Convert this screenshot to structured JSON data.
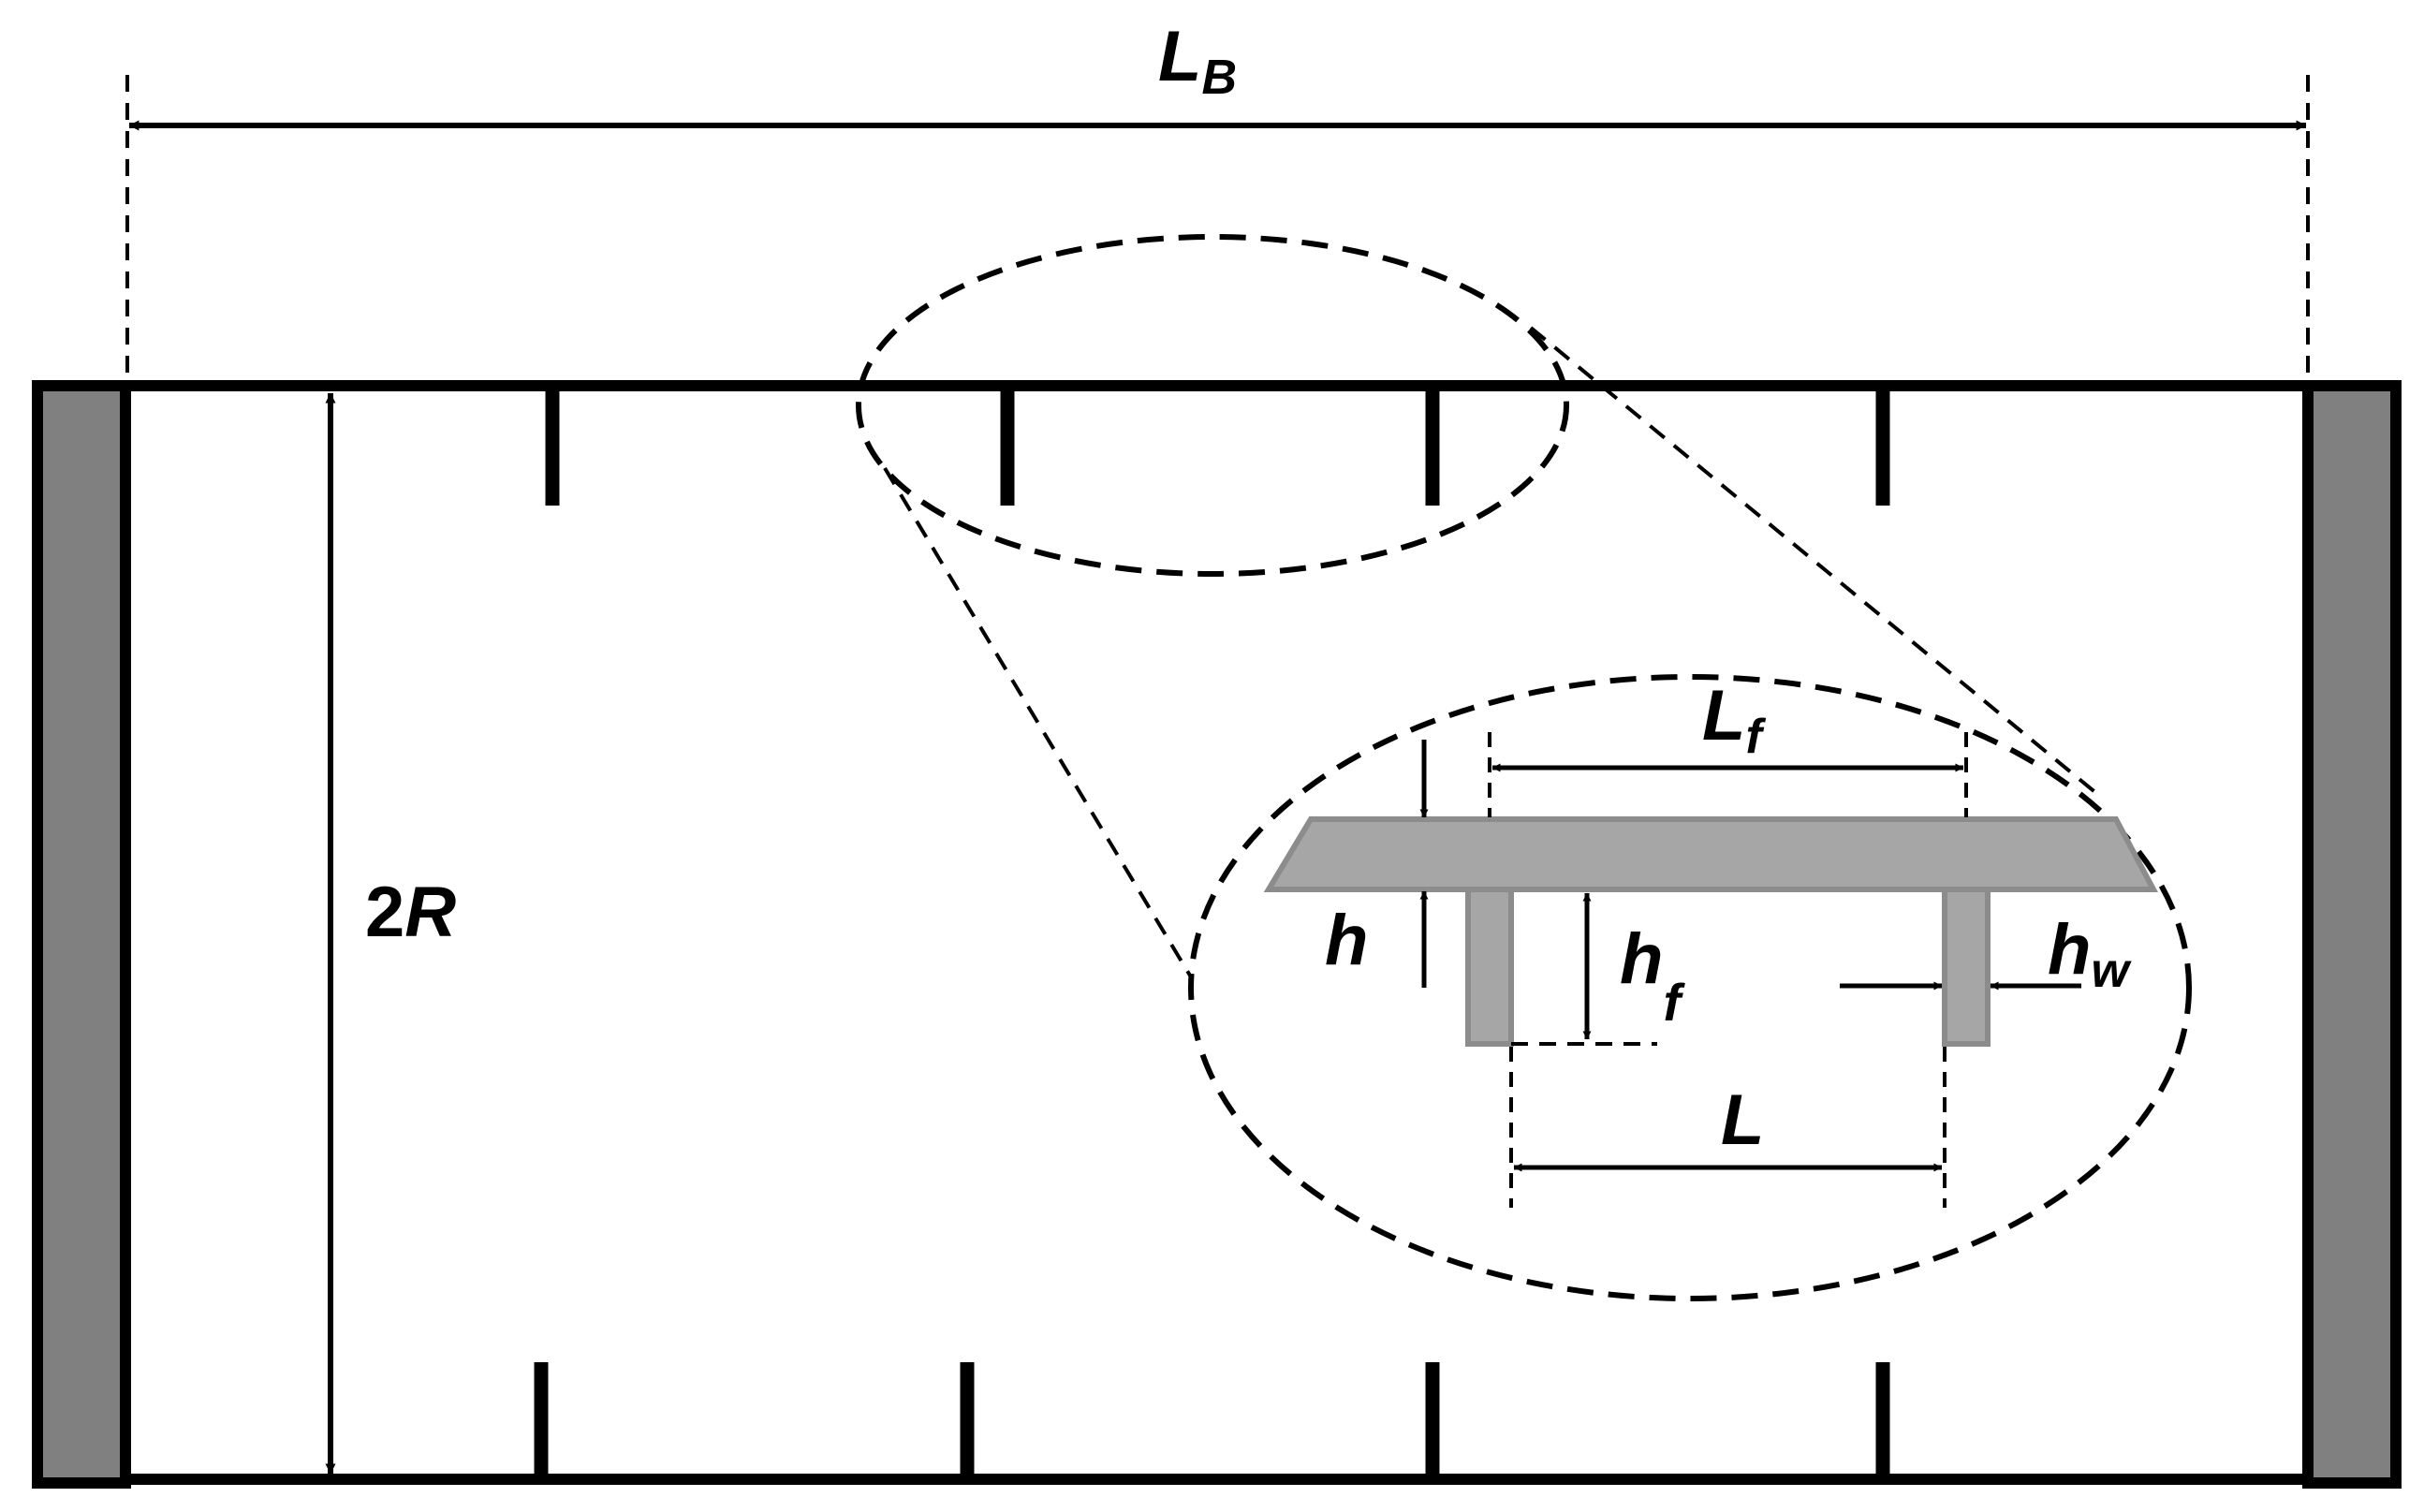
{
  "labels": {
    "total_length": {
      "main": "L",
      "sub": "B"
    },
    "diameter": {
      "main": "2",
      "italic": "R"
    },
    "shell_thickness": {
      "main": "h"
    },
    "frame_height": {
      "main": "h",
      "sub": "f"
    },
    "frame_web_thickness": {
      "main": "h",
      "sub": "w"
    },
    "frame_flange_length": {
      "main": "L",
      "sub": "f"
    },
    "frame_spacing": {
      "main": "L"
    }
  },
  "colors": {
    "line": "#000000",
    "end_cap": "#808080",
    "frame_section": "#a6a6a6",
    "frame_section_edge": "#8c8c8c",
    "background": "#ffffff"
  }
}
